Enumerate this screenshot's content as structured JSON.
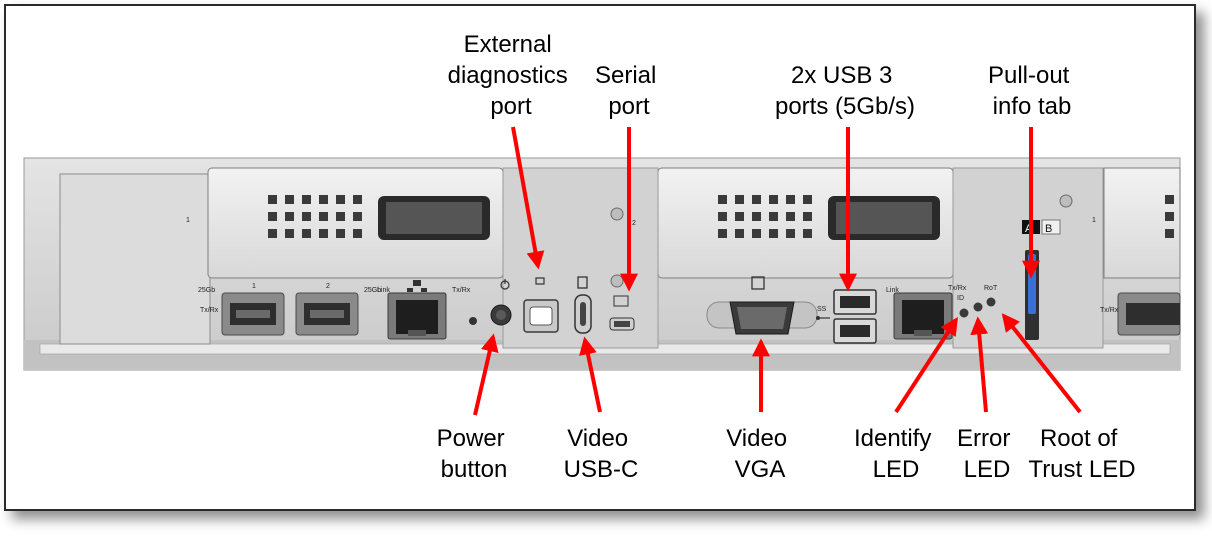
{
  "colors": {
    "arrow": "#ff0000",
    "chassis": "#d6d6d6",
    "port_body": "#7a7a7a",
    "info_tab": "#3a6fd8"
  },
  "callouts": {
    "external_diag": [
      "External",
      "diagnostics",
      "port"
    ],
    "serial": [
      "Serial",
      "port"
    ],
    "usb3": [
      "2x USB 3",
      "ports (5Gb/s)"
    ],
    "info_tab": [
      "Pull-out",
      "info tab"
    ],
    "power": [
      "Power",
      "button"
    ],
    "video_usbc": [
      "Video",
      "USB-C"
    ],
    "video_vga": [
      "Video",
      "VGA"
    ],
    "identify": [
      "Identify",
      "LED"
    ],
    "error": [
      "Error",
      "LED"
    ],
    "rot": [
      "Root of",
      "Trust LED"
    ]
  },
  "panel_labels": {
    "slot_1": "1",
    "slot_2": "2",
    "slot_1_right": "1",
    "port_1": "1",
    "port_2": "2",
    "speed": "25Gb",
    "txrx": "Tx/Rx",
    "link": "Link",
    "led_id": "ID",
    "led_rot": "RoT",
    "tab_a": "A",
    "tab_b": "B",
    "ss": "SS"
  },
  "icons": [
    "power-icon",
    "usb-icon",
    "display-icon",
    "network-icon",
    "wrench-icon"
  ]
}
